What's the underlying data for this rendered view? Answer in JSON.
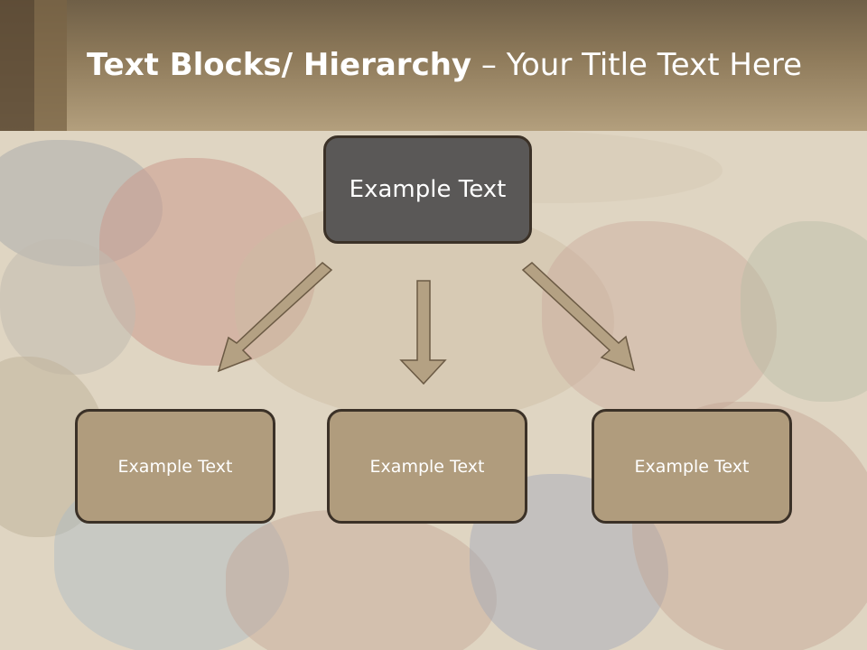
{
  "slide": {
    "title_bold": "Text Blocks/ Hierarchy",
    "title_rest": " – Your Title Text Here"
  },
  "diagram": {
    "root": "Example Text",
    "children": [
      "Example Text",
      "Example Text",
      "Example Text"
    ]
  },
  "colors": {
    "header_dark": "#6f5f47",
    "header_light": "#b39f7d",
    "root_fill": "#5a5857",
    "child_fill": "#b09c7d",
    "border": "#3b3127",
    "arrow_fill": "#b4a183",
    "arrow_stroke": "#6b5a44"
  }
}
